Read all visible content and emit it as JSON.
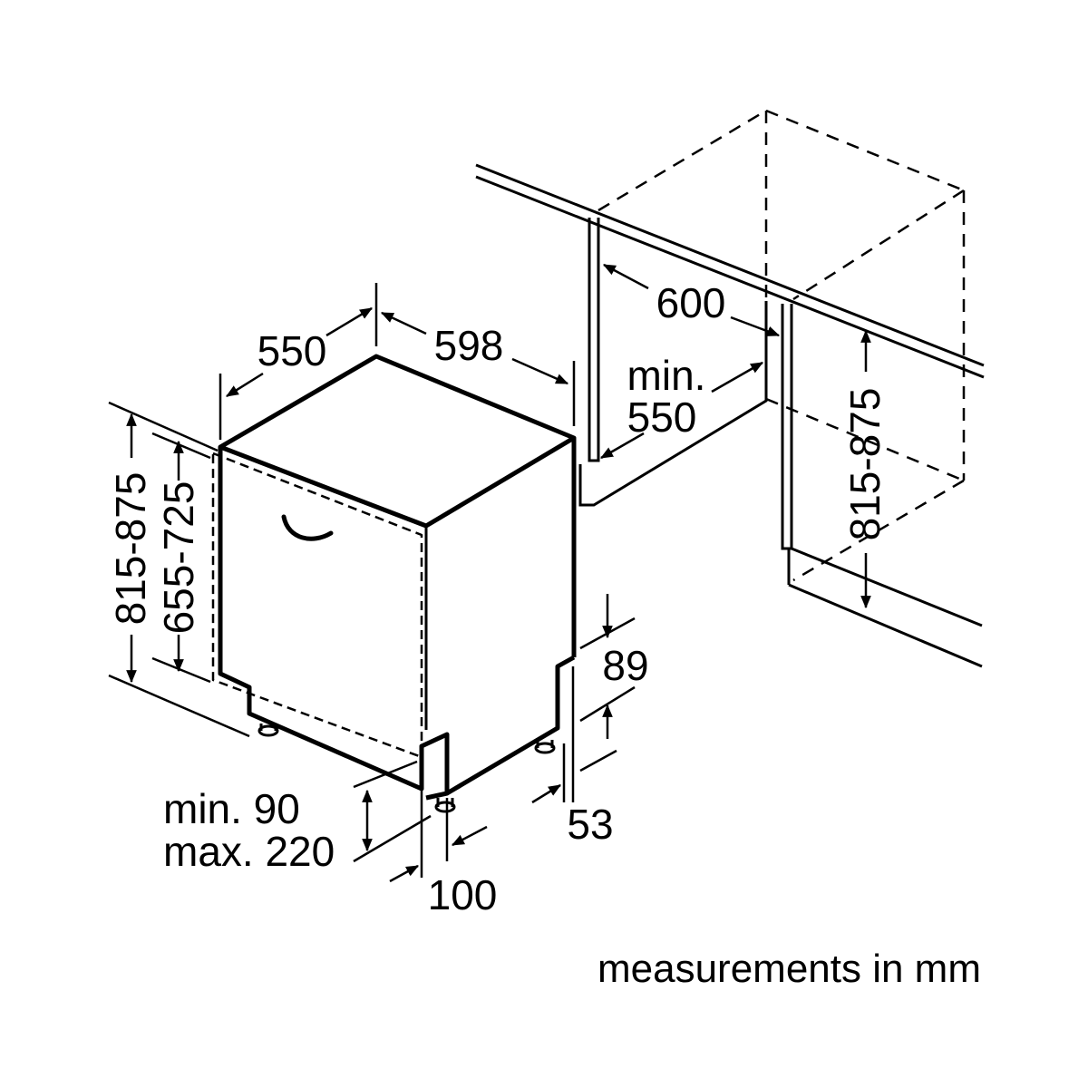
{
  "colors": {
    "line": "#000000",
    "background": "#ffffff"
  },
  "dimensions": {
    "depth": "550",
    "width": "598",
    "niche_width": "600",
    "niche_depth_line1": "min.",
    "niche_depth_line2": "550",
    "height_left": "815-875",
    "door_height": "655-725",
    "height_niche": "815-875",
    "plinth_top": "89",
    "plinth_recess": "53",
    "plinth_height_line1": "min. 90",
    "plinth_height_line2": "max. 220",
    "plinth_offset": "100"
  },
  "footer_note": "measurements in mm"
}
